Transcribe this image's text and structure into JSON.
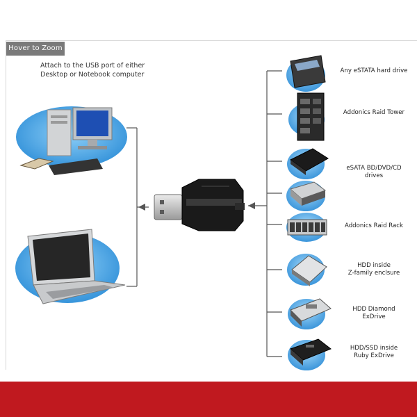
{
  "zoom_label": "Hover to Zoom",
  "caption": {
    "line1": "Attach to the USB port of either",
    "line2": "Desktop or Notebook computer"
  },
  "devices": [
    {
      "label_lines": [
        "Any eSTATA hard drive"
      ],
      "icon": "hard-drive-icon"
    },
    {
      "label_lines": [
        "Addonics Raid Tower"
      ],
      "icon": "raid-tower-icon"
    },
    {
      "label_lines": [
        "eSATA BD/DVD/CD",
        "drives"
      ],
      "icon": "optical-drive-icon"
    },
    {
      "label_lines": [
        "Addonics Raid Rack"
      ],
      "icon": "raid-rack-icon"
    },
    {
      "label_lines": [
        "HDD inside",
        "Z-family enclsure"
      ],
      "icon": "enclosure-icon"
    },
    {
      "label_lines": [
        "HDD Diamond",
        "ExDrive"
      ],
      "icon": "diamond-drive-icon"
    },
    {
      "label_lines": [
        "HDD/SSD inside",
        "Ruby ExDrive"
      ],
      "icon": "ruby-drive-icon"
    }
  ],
  "colors": {
    "ellipse": "#4aa6e6",
    "connector": "#555555",
    "adapter": "#1a1a1a",
    "bottom_band": "#c0191f"
  }
}
